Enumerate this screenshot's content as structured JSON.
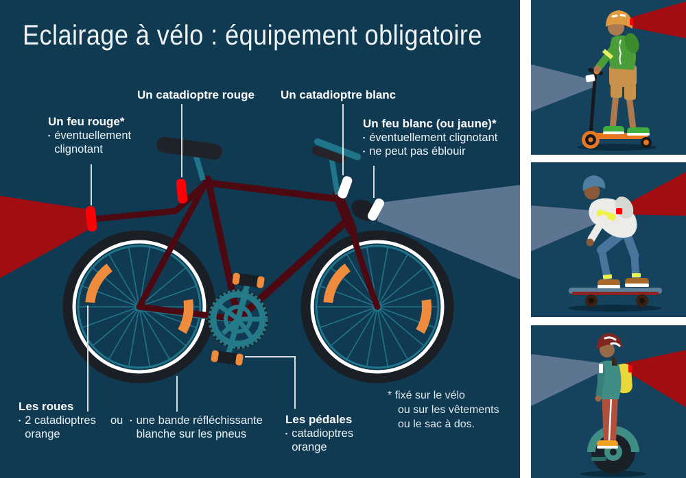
{
  "title": "Eclairage à vélo : équipement obligatoire",
  "ui": {
    "bullet": "▪"
  },
  "labels": {
    "catadioptre_rouge": "Un catadioptre rouge",
    "catadioptre_blanc": "Un catadioptre blanc",
    "feu_rouge": {
      "title": "Un feu rouge*",
      "bullets": [
        "éventuellement clignotant"
      ]
    },
    "feu_blanc": {
      "title": "Un feu blanc (ou jaune)*",
      "bullets": [
        "éventuellement clignotant",
        "ne peut pas éblouir"
      ]
    },
    "roues": {
      "title": "Les roues",
      "option_a": "2 catadioptres orange",
      "or_word": "ou",
      "option_b": "une bande réfléchissante blanche sur les pneus"
    },
    "pedales": {
      "title": "Les pédales",
      "bullets": [
        "catadioptres orange"
      ]
    },
    "footnote_lines": [
      "* fixé sur le vélo",
      "ou sur les vêtements",
      "ou le sac à dos."
    ]
  },
  "colors": {
    "main_background": "#0f3a51",
    "panel_background": "#15425c",
    "beam_red": "#a20d12",
    "beam_light": "#5d7591",
    "light_red": "#fc0105",
    "frame_maroon": "#4c0912",
    "teal": "#20758a",
    "reflector_orange": "#ef8b3d",
    "white": "#ffffff"
  },
  "illustrations": {
    "main": "bicycle-illustration",
    "panel_1": "scooter-rider-illustration",
    "panel_2": "skateboarder-illustration",
    "panel_3": "monowheel-rider-illustration"
  }
}
